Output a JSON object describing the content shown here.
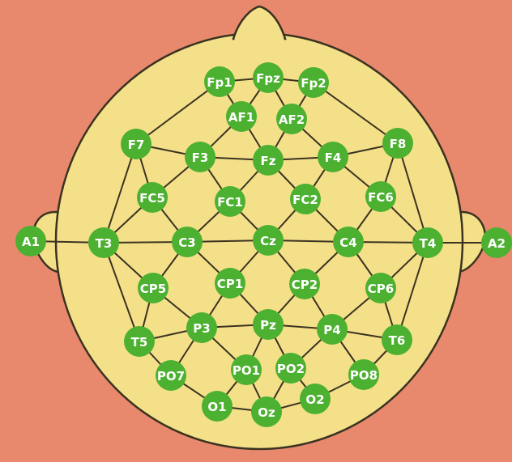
{
  "colors": {
    "background": "#E8896E",
    "head_fill": "#F5E08A",
    "head_stroke": "#3a3320",
    "grid_line": "#3a3320",
    "electrode_fill": "#4CB030",
    "electrode_text": "#FFFFFF"
  },
  "electrodes": [
    {
      "id": "Fp1",
      "label": "Fp1"
    },
    {
      "id": "Fpz",
      "label": "Fpz"
    },
    {
      "id": "Fp2",
      "label": "Fp2"
    },
    {
      "id": "AF1",
      "label": "AF1"
    },
    {
      "id": "AF2",
      "label": "AF2"
    },
    {
      "id": "F7",
      "label": "F7"
    },
    {
      "id": "F3",
      "label": "F3"
    },
    {
      "id": "Fz",
      "label": "Fz"
    },
    {
      "id": "F4",
      "label": "F4"
    },
    {
      "id": "F8",
      "label": "F8"
    },
    {
      "id": "FC5",
      "label": "FC5"
    },
    {
      "id": "FC1",
      "label": "FC1"
    },
    {
      "id": "FC2",
      "label": "FC2"
    },
    {
      "id": "FC6",
      "label": "FC6"
    },
    {
      "id": "A1",
      "label": "A1"
    },
    {
      "id": "T3",
      "label": "T3"
    },
    {
      "id": "C3",
      "label": "C3"
    },
    {
      "id": "Cz",
      "label": "Cz"
    },
    {
      "id": "C4",
      "label": "C4"
    },
    {
      "id": "T4",
      "label": "T4"
    },
    {
      "id": "A2",
      "label": "A2"
    },
    {
      "id": "CP5",
      "label": "CP5"
    },
    {
      "id": "CP1",
      "label": "CP1"
    },
    {
      "id": "CP2",
      "label": "CP2"
    },
    {
      "id": "CP6",
      "label": "CP6"
    },
    {
      "id": "T5",
      "label": "T5"
    },
    {
      "id": "P3",
      "label": "P3"
    },
    {
      "id": "Pz",
      "label": "Pz"
    },
    {
      "id": "P4",
      "label": "P4"
    },
    {
      "id": "T6",
      "label": "T6"
    },
    {
      "id": "PO7",
      "label": "PO7"
    },
    {
      "id": "PO1",
      "label": "PO1"
    },
    {
      "id": "PO2",
      "label": "PO2"
    },
    {
      "id": "PO8",
      "label": "PO8"
    },
    {
      "id": "O1",
      "label": "O1"
    },
    {
      "id": "Oz",
      "label": "Oz"
    },
    {
      "id": "O2",
      "label": "O2"
    }
  ],
  "connections": [
    [
      "Fp1",
      "Fpz"
    ],
    [
      "Fpz",
      "Fp2"
    ],
    [
      "Fp1",
      "F7"
    ],
    [
      "Fp2",
      "F8"
    ],
    [
      "Fp1",
      "AF1"
    ],
    [
      "Fpz",
      "AF1"
    ],
    [
      "Fpz",
      "AF2"
    ],
    [
      "Fp2",
      "AF2"
    ],
    [
      "AF1",
      "F3"
    ],
    [
      "AF1",
      "Fz"
    ],
    [
      "AF2",
      "Fz"
    ],
    [
      "AF2",
      "F4"
    ],
    [
      "F7",
      "F3"
    ],
    [
      "F3",
      "Fz"
    ],
    [
      "Fz",
      "F4"
    ],
    [
      "F4",
      "F8"
    ],
    [
      "F7",
      "FC5"
    ],
    [
      "F3",
      "FC5"
    ],
    [
      "F3",
      "FC1"
    ],
    [
      "Fz",
      "FC1"
    ],
    [
      "Fz",
      "FC2"
    ],
    [
      "F4",
      "FC2"
    ],
    [
      "F4",
      "FC6"
    ],
    [
      "F8",
      "FC6"
    ],
    [
      "F7",
      "T3"
    ],
    [
      "F8",
      "T4"
    ],
    [
      "FC5",
      "T3"
    ],
    [
      "FC5",
      "C3"
    ],
    [
      "FC1",
      "C3"
    ],
    [
      "FC1",
      "Cz"
    ],
    [
      "FC2",
      "Cz"
    ],
    [
      "FC2",
      "C4"
    ],
    [
      "FC6",
      "C4"
    ],
    [
      "FC6",
      "T4"
    ],
    [
      "A1",
      "T3"
    ],
    [
      "T3",
      "C3"
    ],
    [
      "C3",
      "Cz"
    ],
    [
      "Cz",
      "C4"
    ],
    [
      "C4",
      "T4"
    ],
    [
      "T4",
      "A2"
    ],
    [
      "T3",
      "CP5"
    ],
    [
      "C3",
      "CP5"
    ],
    [
      "C3",
      "CP1"
    ],
    [
      "Cz",
      "CP1"
    ],
    [
      "Cz",
      "CP2"
    ],
    [
      "C4",
      "CP2"
    ],
    [
      "C4",
      "CP6"
    ],
    [
      "T4",
      "CP6"
    ],
    [
      "T3",
      "T5"
    ],
    [
      "T4",
      "T6"
    ],
    [
      "CP5",
      "T5"
    ],
    [
      "CP5",
      "P3"
    ],
    [
      "CP1",
      "P3"
    ],
    [
      "CP1",
      "Pz"
    ],
    [
      "CP2",
      "Pz"
    ],
    [
      "CP2",
      "P4"
    ],
    [
      "CP6",
      "P4"
    ],
    [
      "CP6",
      "T6"
    ],
    [
      "T5",
      "P3"
    ],
    [
      "P3",
      "Pz"
    ],
    [
      "Pz",
      "P4"
    ],
    [
      "P4",
      "T6"
    ],
    [
      "T5",
      "PO7"
    ],
    [
      "P3",
      "PO7"
    ],
    [
      "P3",
      "PO1"
    ],
    [
      "Pz",
      "PO1"
    ],
    [
      "Pz",
      "PO2"
    ],
    [
      "P4",
      "PO2"
    ],
    [
      "P4",
      "PO8"
    ],
    [
      "T6",
      "PO8"
    ],
    [
      "PO7",
      "O1"
    ],
    [
      "PO1",
      "O1"
    ],
    [
      "PO1",
      "Oz"
    ],
    [
      "PO2",
      "Oz"
    ],
    [
      "PO2",
      "O2"
    ],
    [
      "PO8",
      "O2"
    ],
    [
      "O1",
      "Oz"
    ],
    [
      "Oz",
      "O2"
    ]
  ]
}
